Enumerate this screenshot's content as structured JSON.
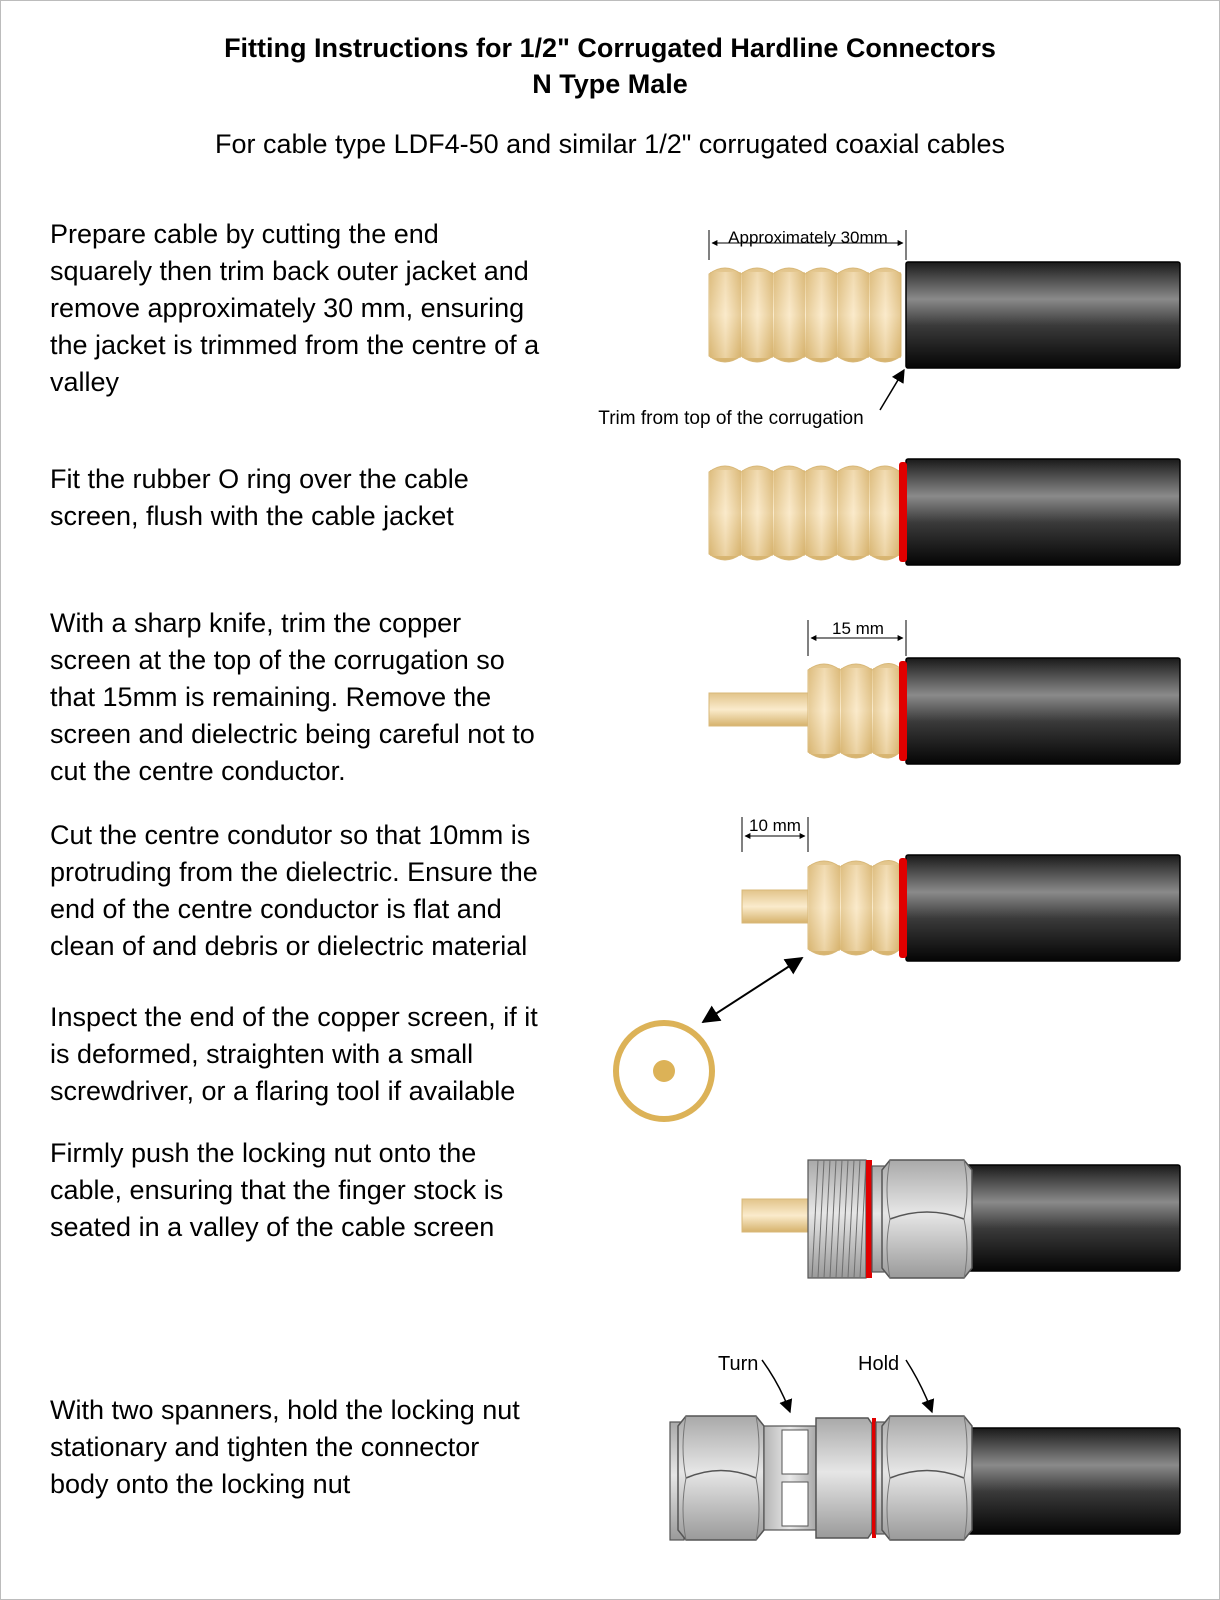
{
  "title": {
    "line1": "Fitting Instructions for 1/2\" Corrugated Hardline Connectors",
    "line2": "N Type Male"
  },
  "subtitle": "For cable type LDF4-50 and similar 1/2\" corrugated coaxial cables",
  "steps": [
    {
      "text": "Prepare cable by cutting the end\nsquarely then trim back outer jacket and\nremove approximately 30 mm, ensuring\nthe jacket is trimmed from the centre of a\nvalley"
    },
    {
      "text": "Fit the rubber O ring over the cable\nscreen, flush with the cable jacket"
    },
    {
      "text": "With a sharp knife, trim the copper\nscreen at the top of the corrugation so\nthat 15mm is remaining. Remove the\nscreen and dielectric being careful not to\ncut the centre conductor."
    },
    {
      "text": "Cut the centre condutor so that 10mm is\nprotruding from the dielectric. Ensure the\nend of the centre conductor is flat and\nclean of and debris or dielectric material"
    },
    {
      "text": "Inspect the end of the copper screen, if it\nis deformed, straighten with a small\nscrewdriver, or a flaring tool if available"
    },
    {
      "text": "Firmly push the locking nut onto the\ncable, ensuring that the finger stock is\nseated in a valley of the cable screen"
    },
    {
      "text": "With two spanners, hold the locking nut\nstationary and tighten the connector\nbody onto the locking nut"
    }
  ],
  "annotations": {
    "jacket_length": "Approximately 30mm",
    "trim_note": "Trim from top of the corrugation",
    "screen_length": "15 mm",
    "conductor_length": "10 mm",
    "turn": "Turn",
    "hold": "Hold"
  },
  "colors": {
    "copper": "#e6c98a",
    "jacket": "#2a2a2a",
    "o_ring": "#e00000",
    "metal": "#c8c8c8"
  }
}
